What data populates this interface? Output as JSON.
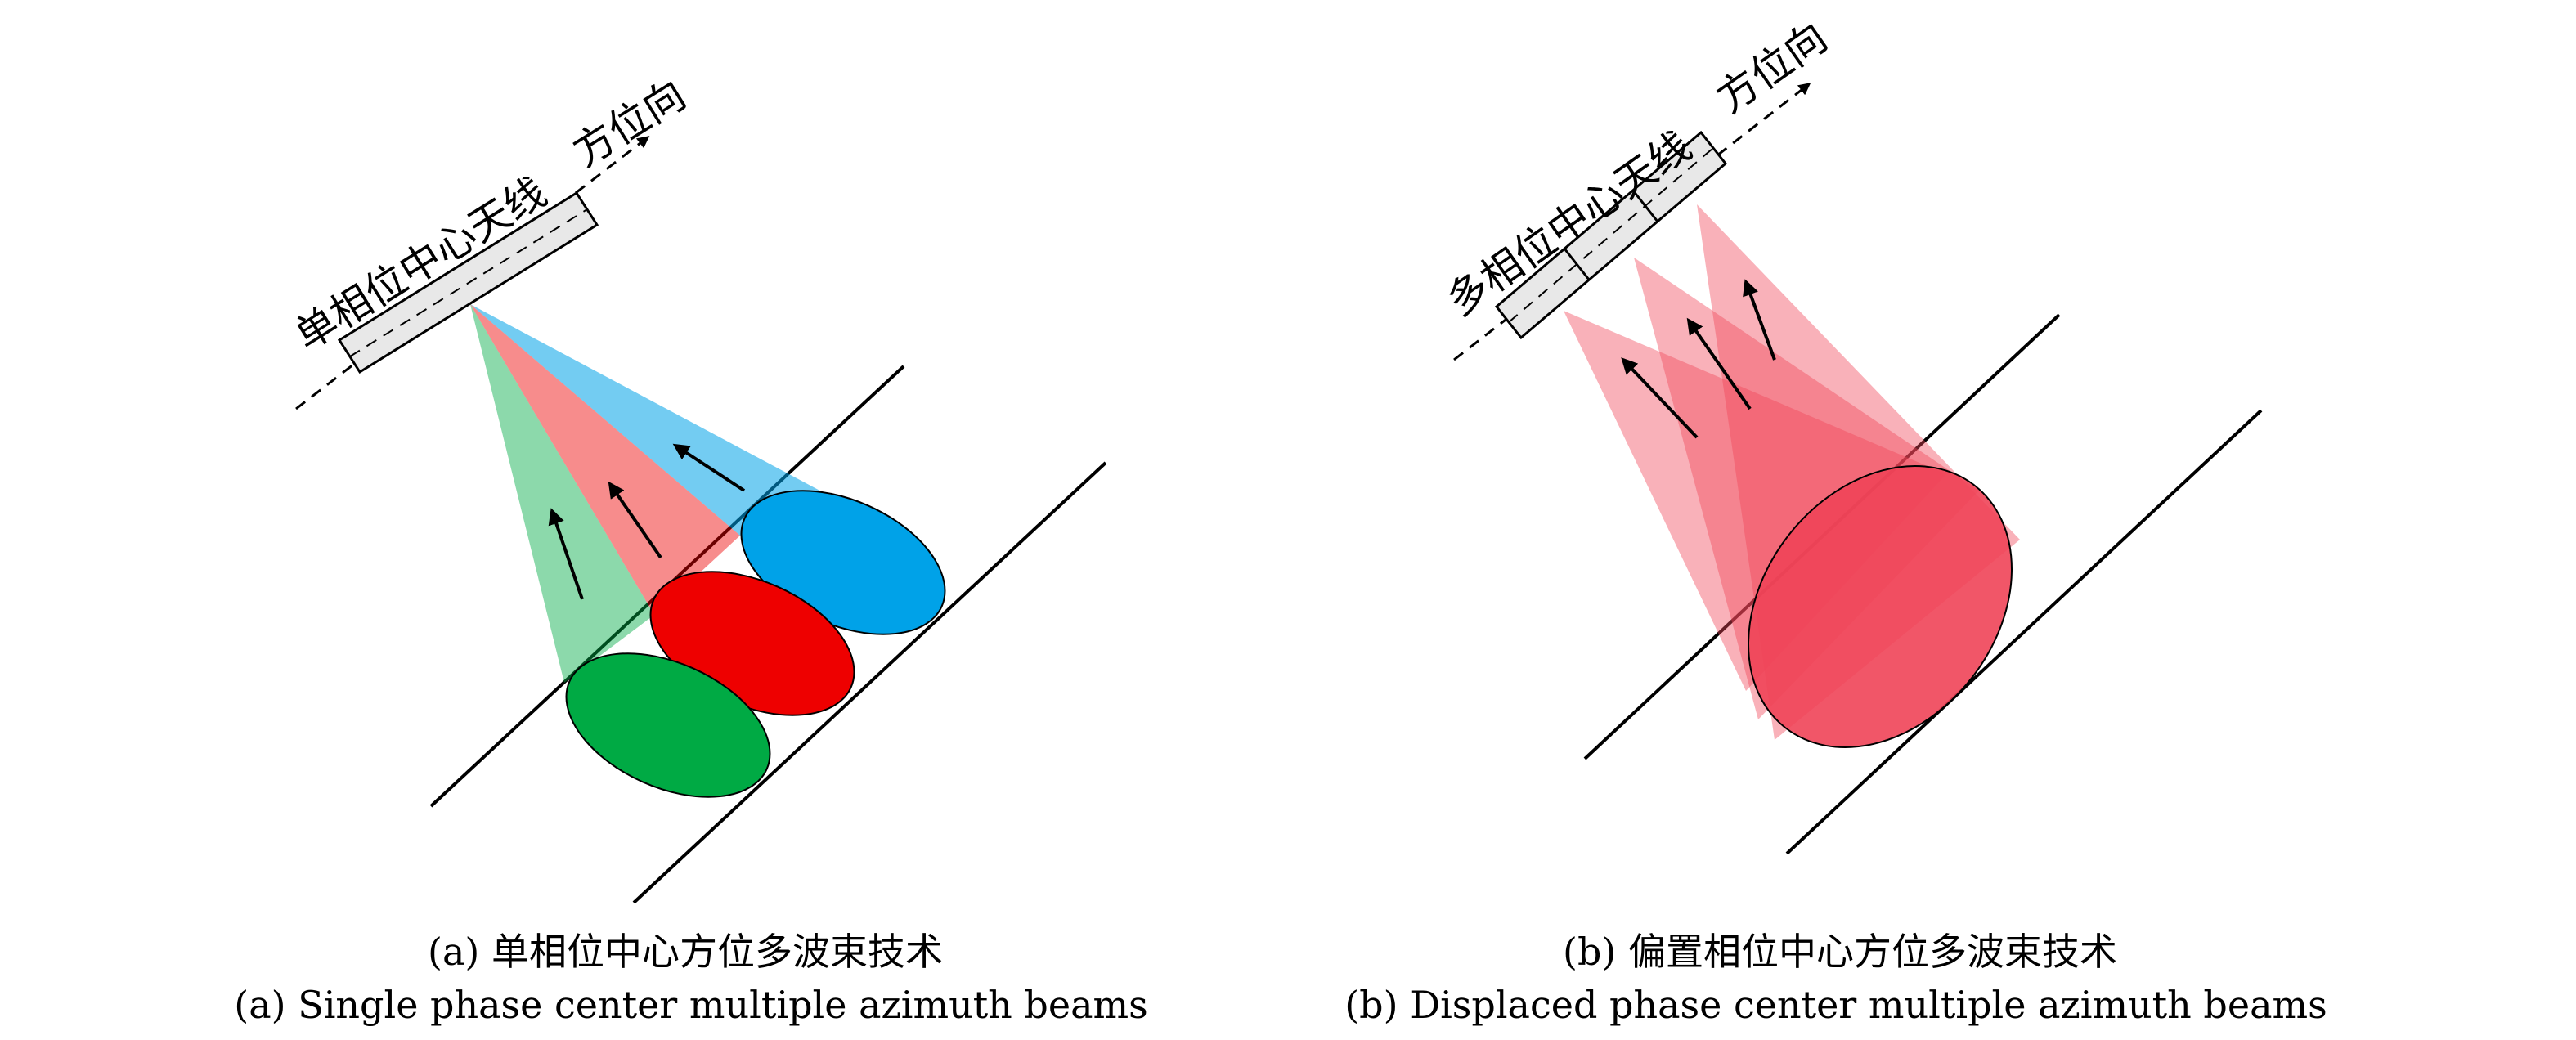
{
  "panel_a": {
    "antenna_label": "单相位中心天线",
    "direction_label": "方位向",
    "caption_cn": "(a) 单相位中心方位多波束技术",
    "caption_en": "(a) Single phase center multiple azimuth beams",
    "beam_colors": [
      "#00aa44",
      "#ee0000",
      "#00a2e8"
    ]
  },
  "panel_b": {
    "antenna_label": "多相位中心天线",
    "direction_label": "方位向",
    "caption_cn": "(b) 偏置相位中心方位多波束技术",
    "caption_en": "(b) Displaced phase center multiple azimuth beams",
    "beam_color": "#f04458"
  }
}
